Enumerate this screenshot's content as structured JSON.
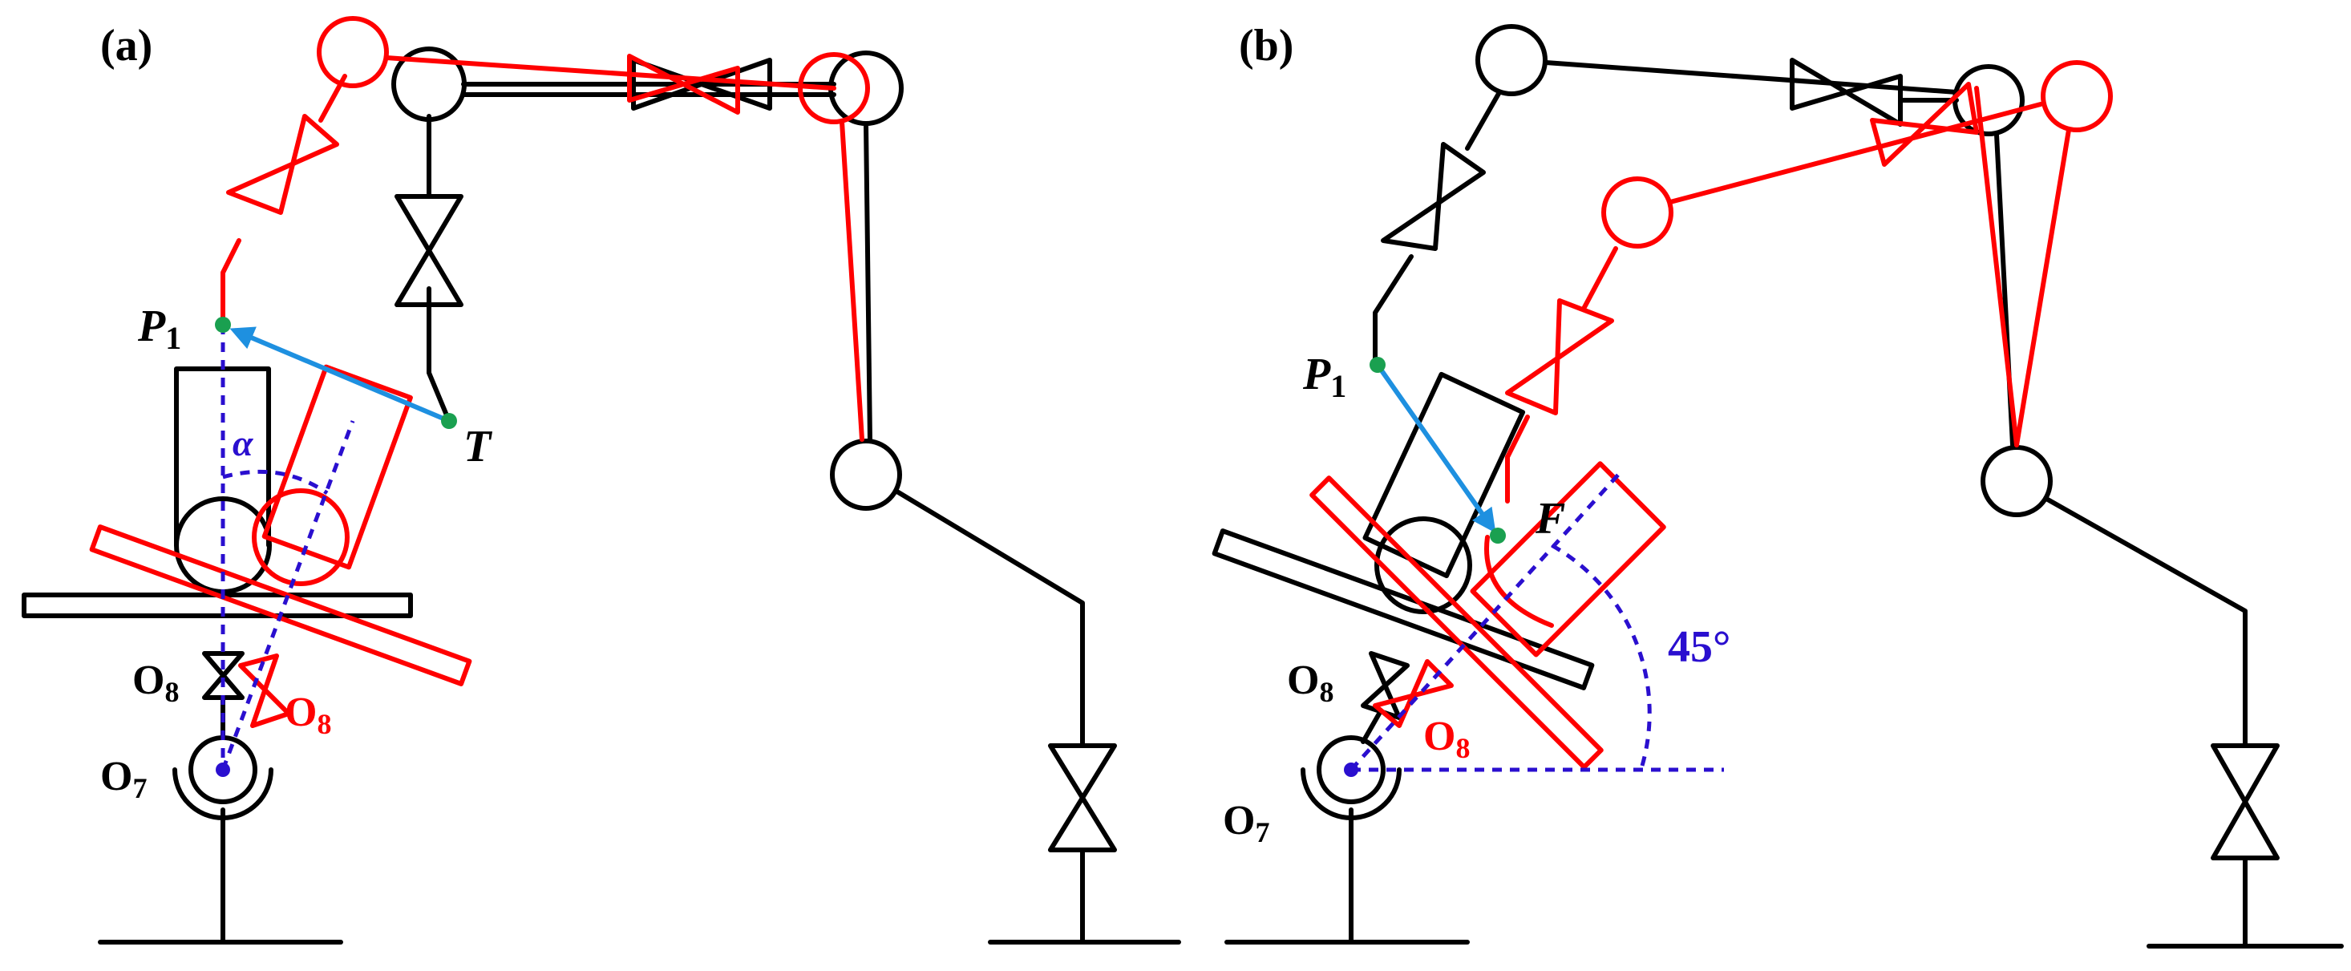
{
  "colors": {
    "base_pose": "#000000",
    "moved_pose": "#ff0000",
    "construction": "#2a0fcf",
    "vector": "#1e90e0",
    "point": "#1aa050"
  },
  "panel_a": {
    "label": "(a)",
    "point_p": "P",
    "point_p_sub": "1",
    "point_t": "T",
    "angle": "α",
    "joint_o8_black": "O",
    "joint_o8_black_sub": "8",
    "joint_o8_red": "O",
    "joint_o8_red_sub": "8",
    "joint_o7": "O",
    "joint_o7_sub": "7"
  },
  "panel_b": {
    "label": "(b)",
    "point_p": "P",
    "point_p_sub": "1",
    "point_f": "F",
    "angle": "45°",
    "joint_o8_black": "O",
    "joint_o8_black_sub": "8",
    "joint_o8_red": "O",
    "joint_o8_red_sub": "8",
    "joint_o7": "O",
    "joint_o7_sub": "7"
  }
}
